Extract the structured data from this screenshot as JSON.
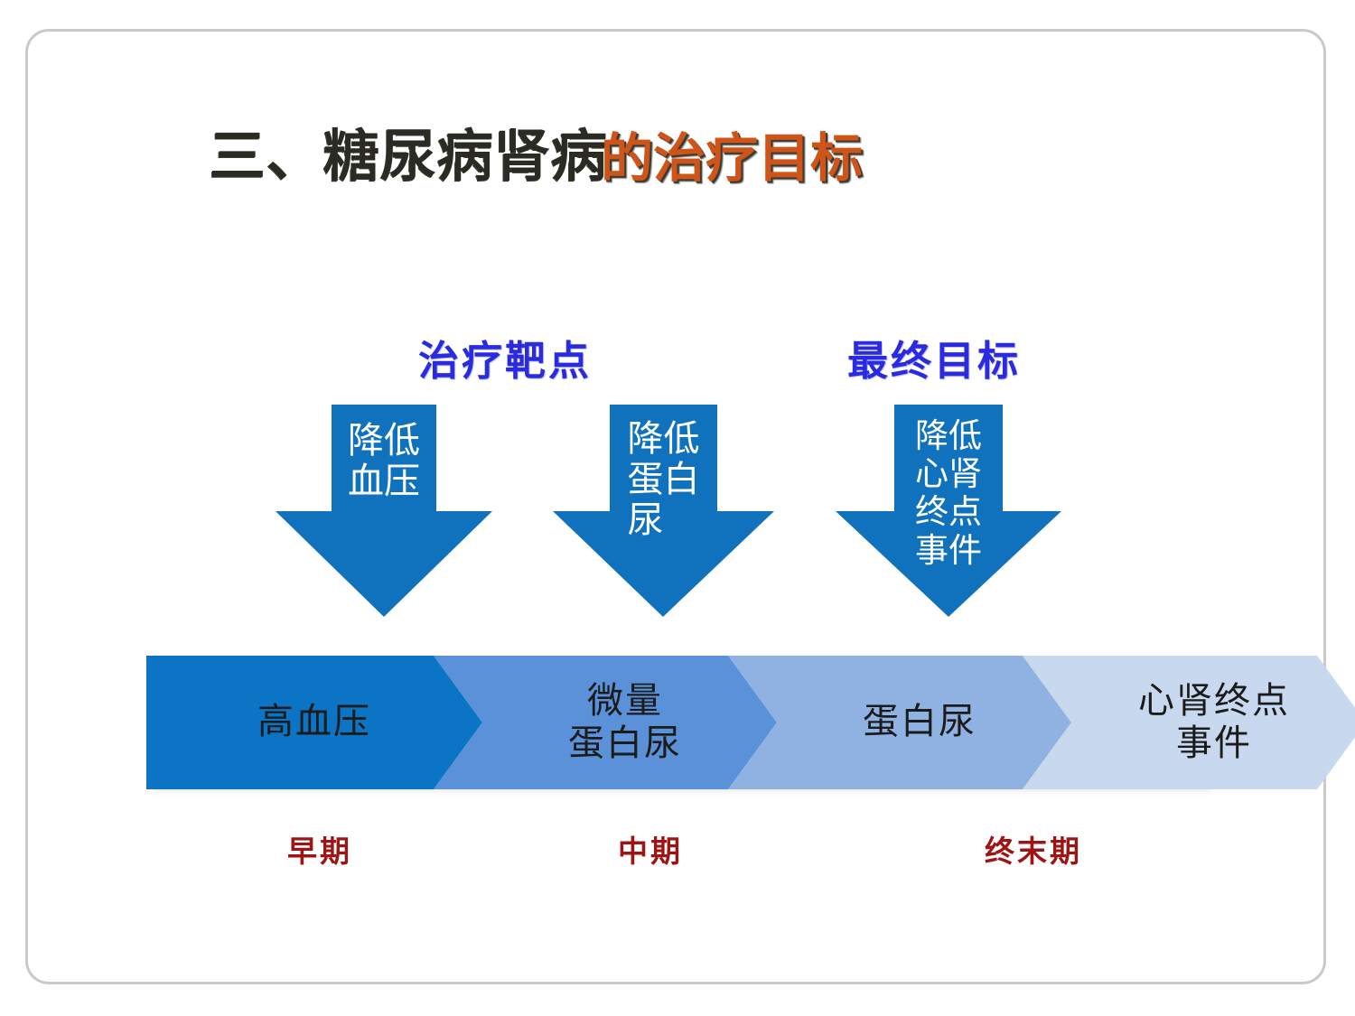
{
  "slide": {
    "title_dark": "三、糖尿病肾病",
    "title_accent": "的治疗目标"
  },
  "sections": {
    "treatment_target_label": "治疗靶点",
    "final_goal_label": "最终目标"
  },
  "arrows": [
    {
      "name": "lower-blood-pressure",
      "full_text": "降低血压",
      "col_left": "降\n血",
      "col_right": "低\n压",
      "color": "#1072bc"
    },
    {
      "name": "lower-proteinuria",
      "full_text": "降低蛋白尿",
      "col_left": "降\n蛋\n尿",
      "col_right": "低\n白",
      "color": "#1072bc"
    },
    {
      "name": "lower-cardiorenal-endpoint-events",
      "full_text": "降低心肾终点事件",
      "col_left": "降\n心\n终\n事",
      "col_right": "低\n肾\n点\n件",
      "color": "#1072bc"
    }
  ],
  "chevrons": [
    {
      "name": "hypertension",
      "label": "高血压",
      "color": "#0b74c4"
    },
    {
      "name": "microalbuminuria",
      "label": "微量\n蛋白尿",
      "color": "#5b91d8"
    },
    {
      "name": "proteinuria",
      "label": "蛋白尿",
      "color": "#8fb2e3"
    },
    {
      "name": "cardiorenal-endpoint-event",
      "label": "心肾终点\n事件",
      "color": "#c7d8ef"
    }
  ],
  "stages": [
    {
      "name": "early",
      "label": "早期",
      "color": "#9c1414"
    },
    {
      "name": "middle",
      "label": "中期",
      "color": "#9c1414"
    },
    {
      "name": "end-stage",
      "label": "终末期",
      "color": "#9c1414"
    }
  ],
  "colors": {
    "frame_border": "#c9c9c9",
    "title_dark": "#2b2b24",
    "title_accent": "#cf5419",
    "section_label": "#2a2ae0",
    "stage_label": "#9c1414",
    "arrow_blue": "#1072bc",
    "background": "#ffffff"
  }
}
